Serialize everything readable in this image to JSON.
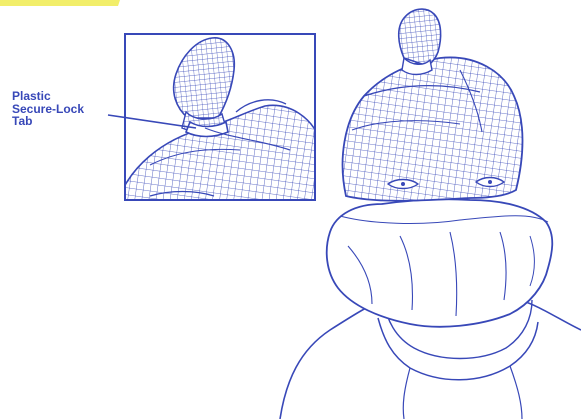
{
  "callout": {
    "label": "Plastic\nSecure-Lock\nTab"
  },
  "colors": {
    "ink": "#3848b8",
    "accent_top": "#f2ee6a",
    "background": "#ffffff"
  },
  "icons": {
    "net-pattern": "crosshatch-mesh",
    "inset-frame": "square-frame"
  }
}
